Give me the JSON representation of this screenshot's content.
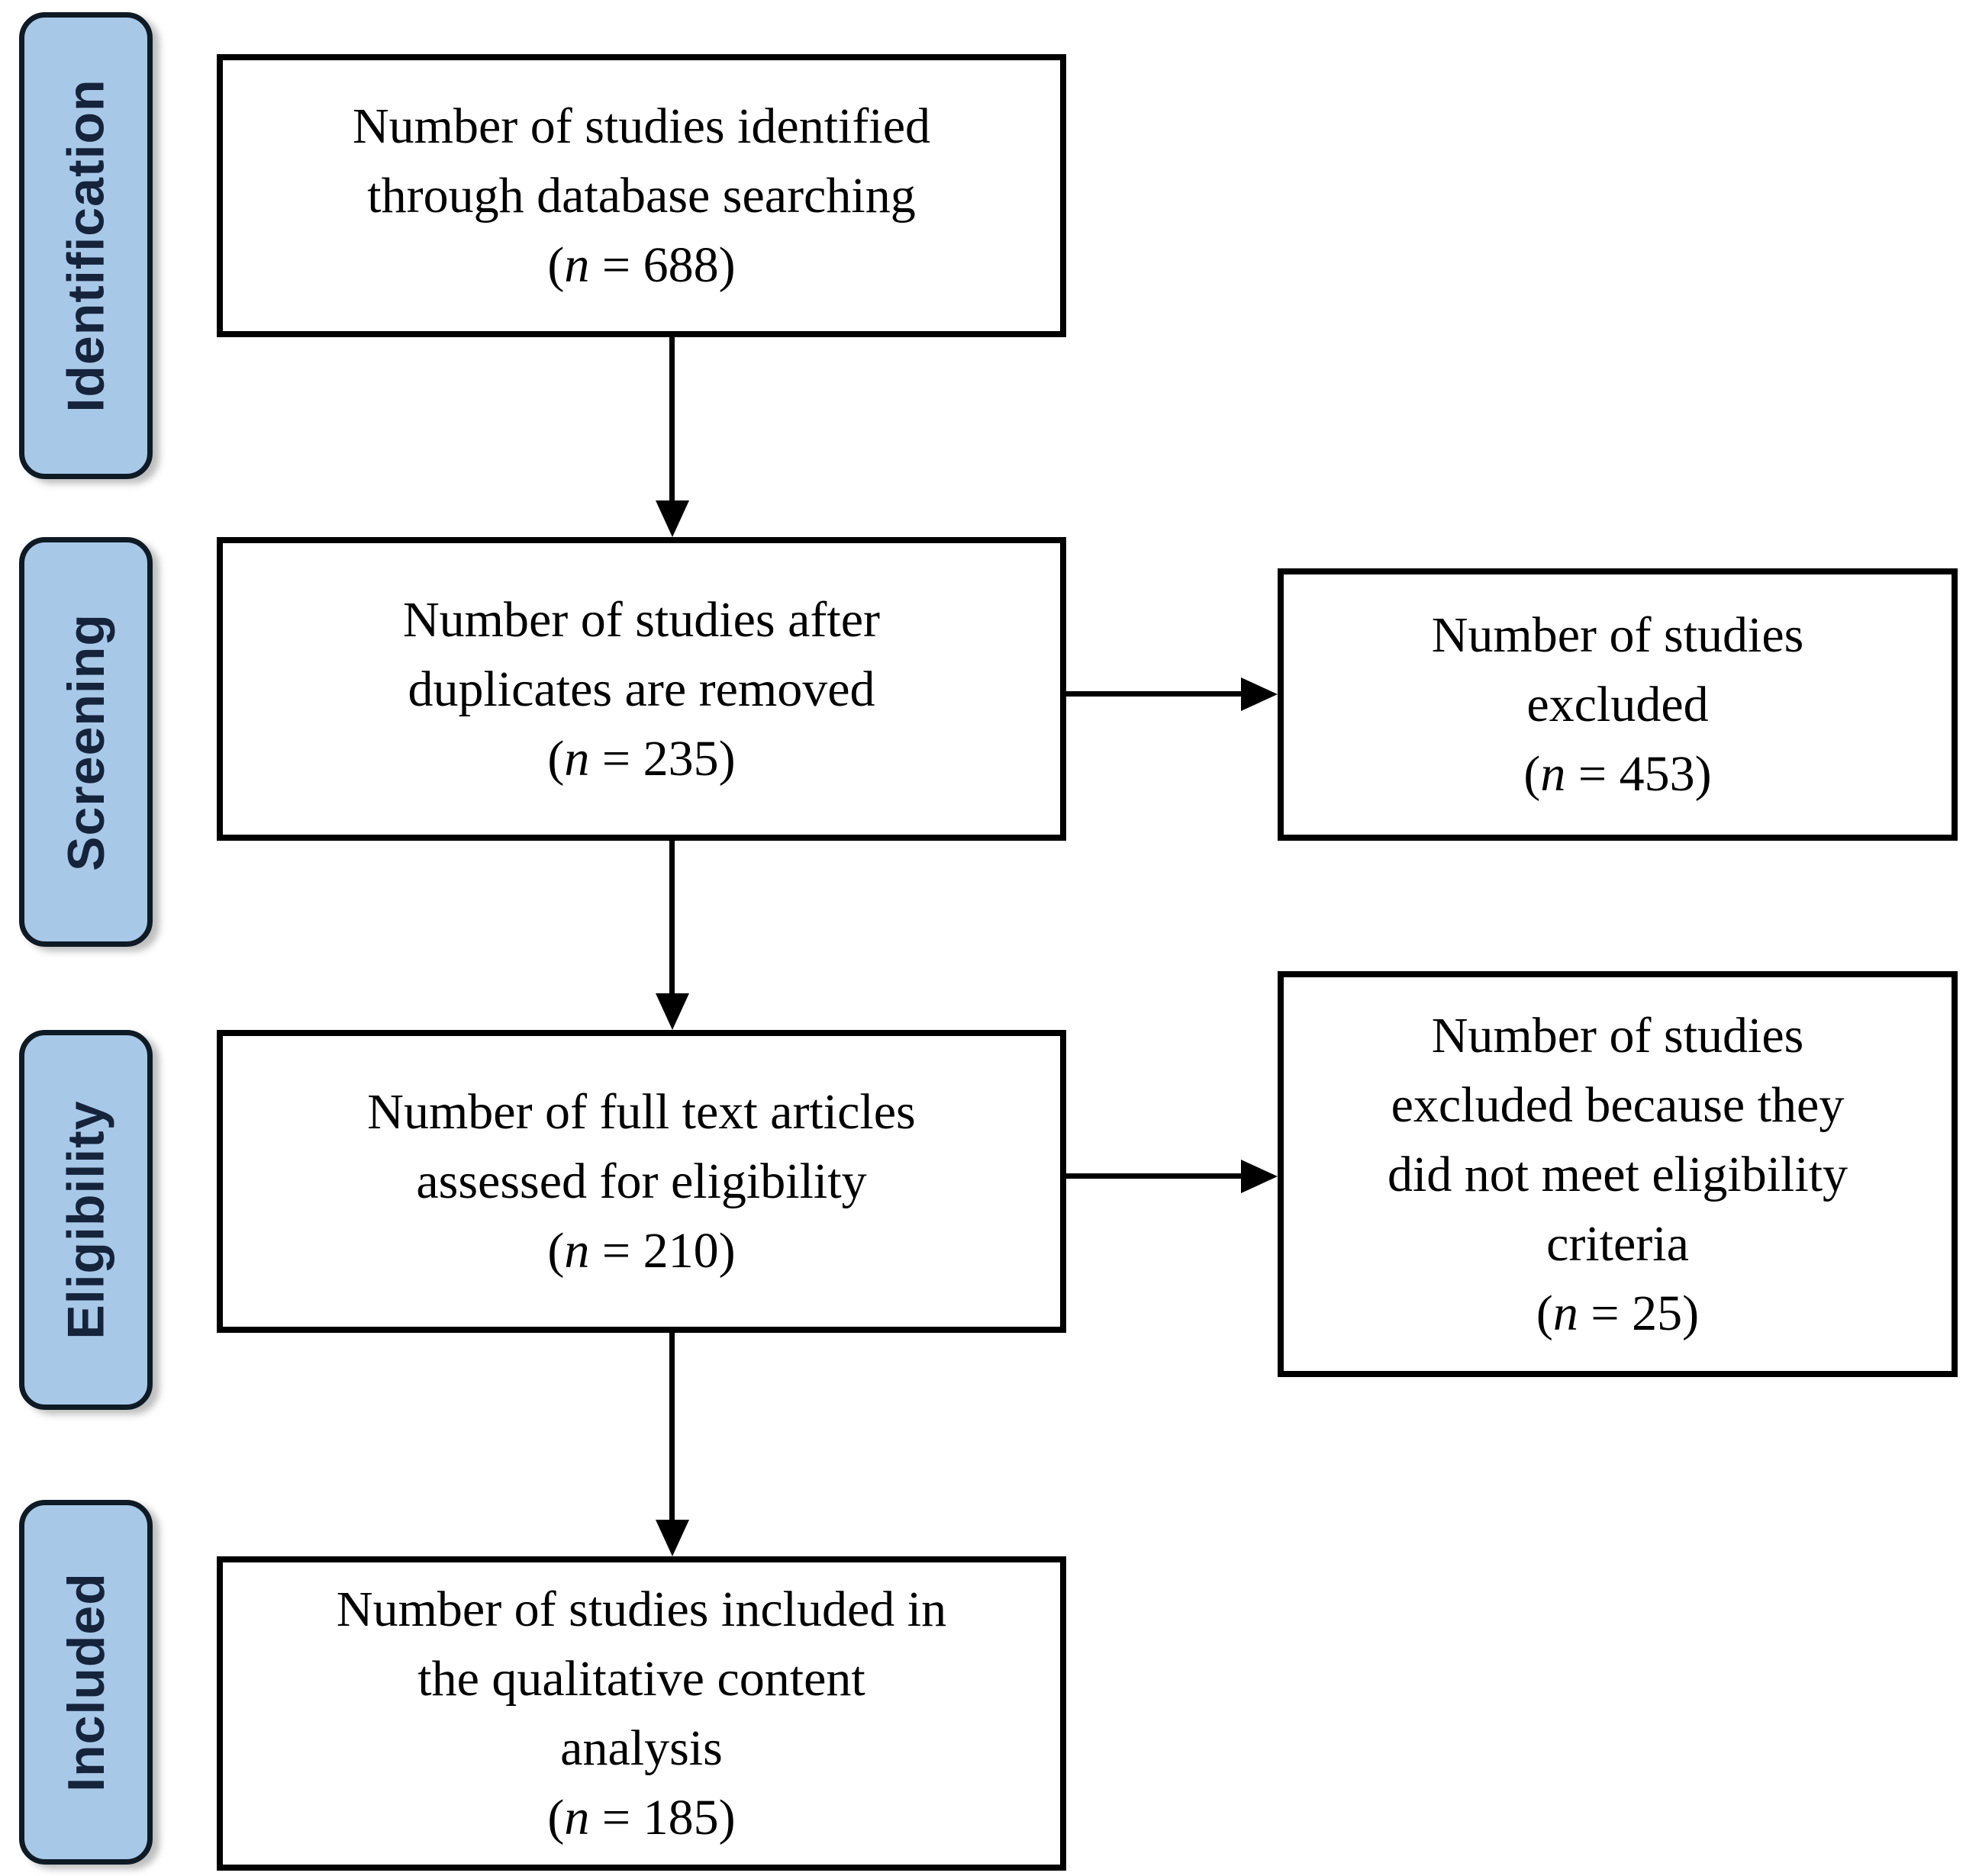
{
  "stages": [
    {
      "label": "Identification"
    },
    {
      "label": "Screening"
    },
    {
      "label": "Eligibility"
    },
    {
      "label": "Included"
    }
  ],
  "n_format": {
    "open": "(",
    "var": "n",
    "eq": " = ",
    "close": ")"
  },
  "main_boxes": [
    {
      "lines": [
        "Number of studies identified",
        "through database searching"
      ],
      "n": "688"
    },
    {
      "lines": [
        "Number of studies after",
        "duplicates are removed"
      ],
      "n": "235"
    },
    {
      "lines": [
        "Number of full text articles",
        "assessed for eligibility"
      ],
      "n": "210"
    },
    {
      "lines": [
        "Number of studies included in",
        "the qualitative content",
        "analysis"
      ],
      "n": "185"
    }
  ],
  "side_boxes": [
    {
      "lines": [
        "Number of studies",
        "excluded"
      ],
      "n": "453"
    },
    {
      "lines": [
        "Number of studies",
        "excluded because they",
        "did not meet eligibility",
        "criteria"
      ],
      "n": "25"
    }
  ],
  "colors": {
    "stage_fill": "#a8c8e8",
    "stage_border": "#0e1a24",
    "stage_text": "#15233b",
    "box_border": "#000000",
    "box_text": "#000000",
    "arrow": "#000000",
    "background": "#ffffff"
  }
}
